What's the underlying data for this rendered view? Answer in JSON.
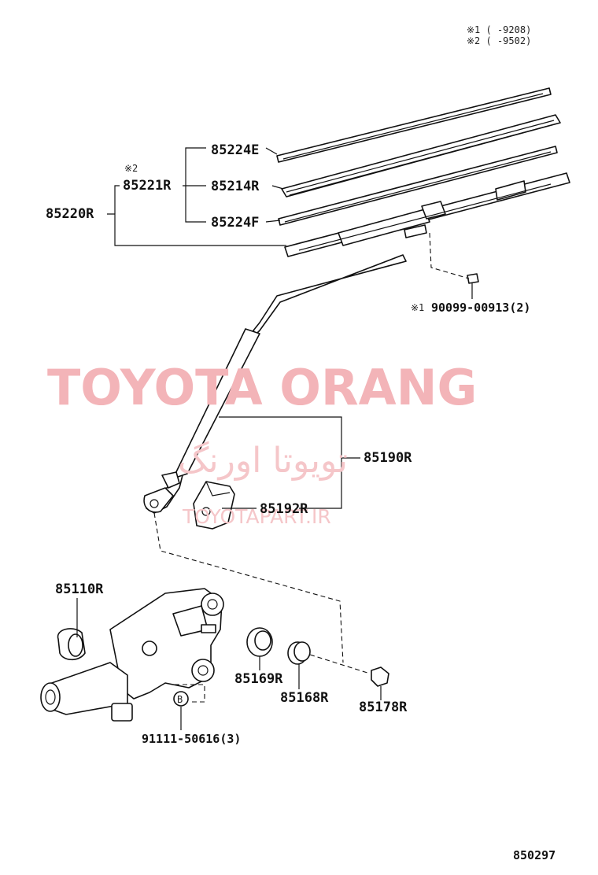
{
  "notes": {
    "note1": "※1 (     -9208)",
    "note2": "※2 (     -9502)",
    "note_mark2": "※2",
    "note_mark1": "※1"
  },
  "parts": {
    "p85224E": "85224E",
    "p85214R": "85214R",
    "p85224F": "85224F",
    "p85221R": "85221R",
    "p85220R": "85220R",
    "p90099": "90099-00913(2)",
    "p85190R": "85190R",
    "p85192R": "85192R",
    "p85110R": "85110R",
    "p85169R": "85169R",
    "p85168R": "85168R",
    "p85178R": "85178R",
    "p91111": "91111-50616(3)",
    "marker_b": "B"
  },
  "watermark": {
    "brand": "TOYOTA ORANG",
    "farsi": "تویوتا اورنگ",
    "url": "TOYOTAPART.IR"
  },
  "figure_number": "850297"
}
